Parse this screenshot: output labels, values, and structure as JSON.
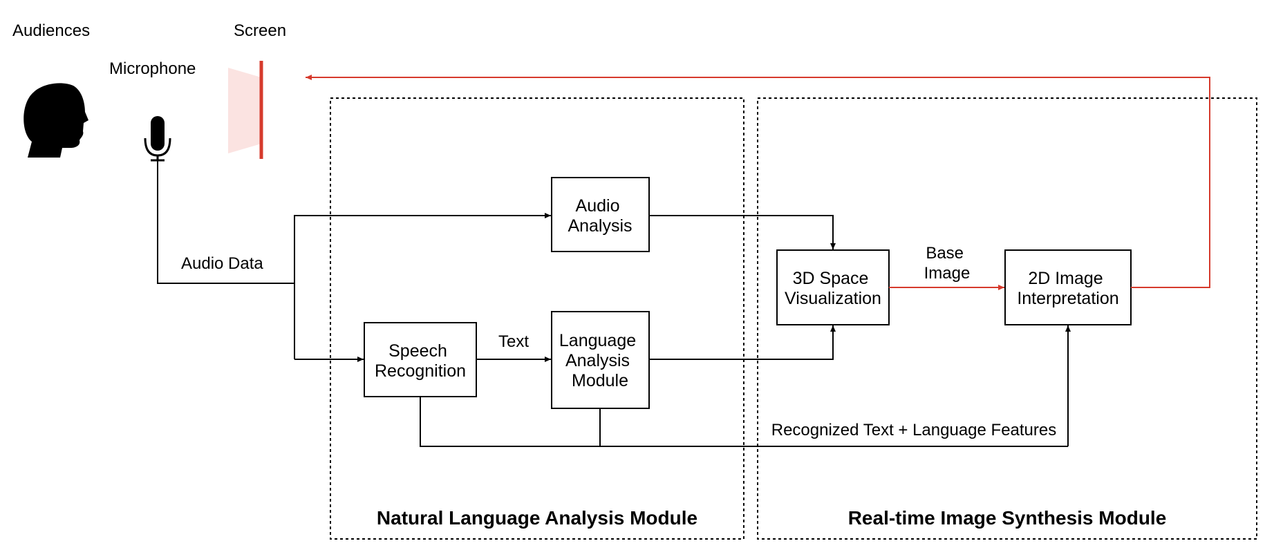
{
  "labels": {
    "audiences": "Audiences",
    "microphone": "Microphone",
    "screen": "Screen",
    "audio_data": "Audio Data",
    "text": "Text",
    "base_image": [
      "Base",
      "Image"
    ],
    "recognized": "Recognized Text + Language Features"
  },
  "boxes": {
    "audio_analysis": [
      "Audio",
      "Analysis"
    ],
    "speech_recognition": [
      "Speech",
      "Recognition"
    ],
    "language_analysis": [
      "Language",
      "Analysis",
      "Module"
    ],
    "space_3d": [
      "3D Space",
      "Visualization"
    ],
    "image_2d": [
      "2D Image",
      "Interpretation"
    ]
  },
  "modules": {
    "nla": "Natural Language Analysis Module",
    "ris": "Real-time Image Synthesis Module"
  },
  "icons": {
    "person": "person-head-icon",
    "mic": "microphone-icon",
    "screen": "screen-icon"
  },
  "colors": {
    "line": "#000000",
    "feedback": "#d63a2c",
    "screen_bar": "#d63a2c",
    "screen_beam": "#fbe3e1"
  }
}
